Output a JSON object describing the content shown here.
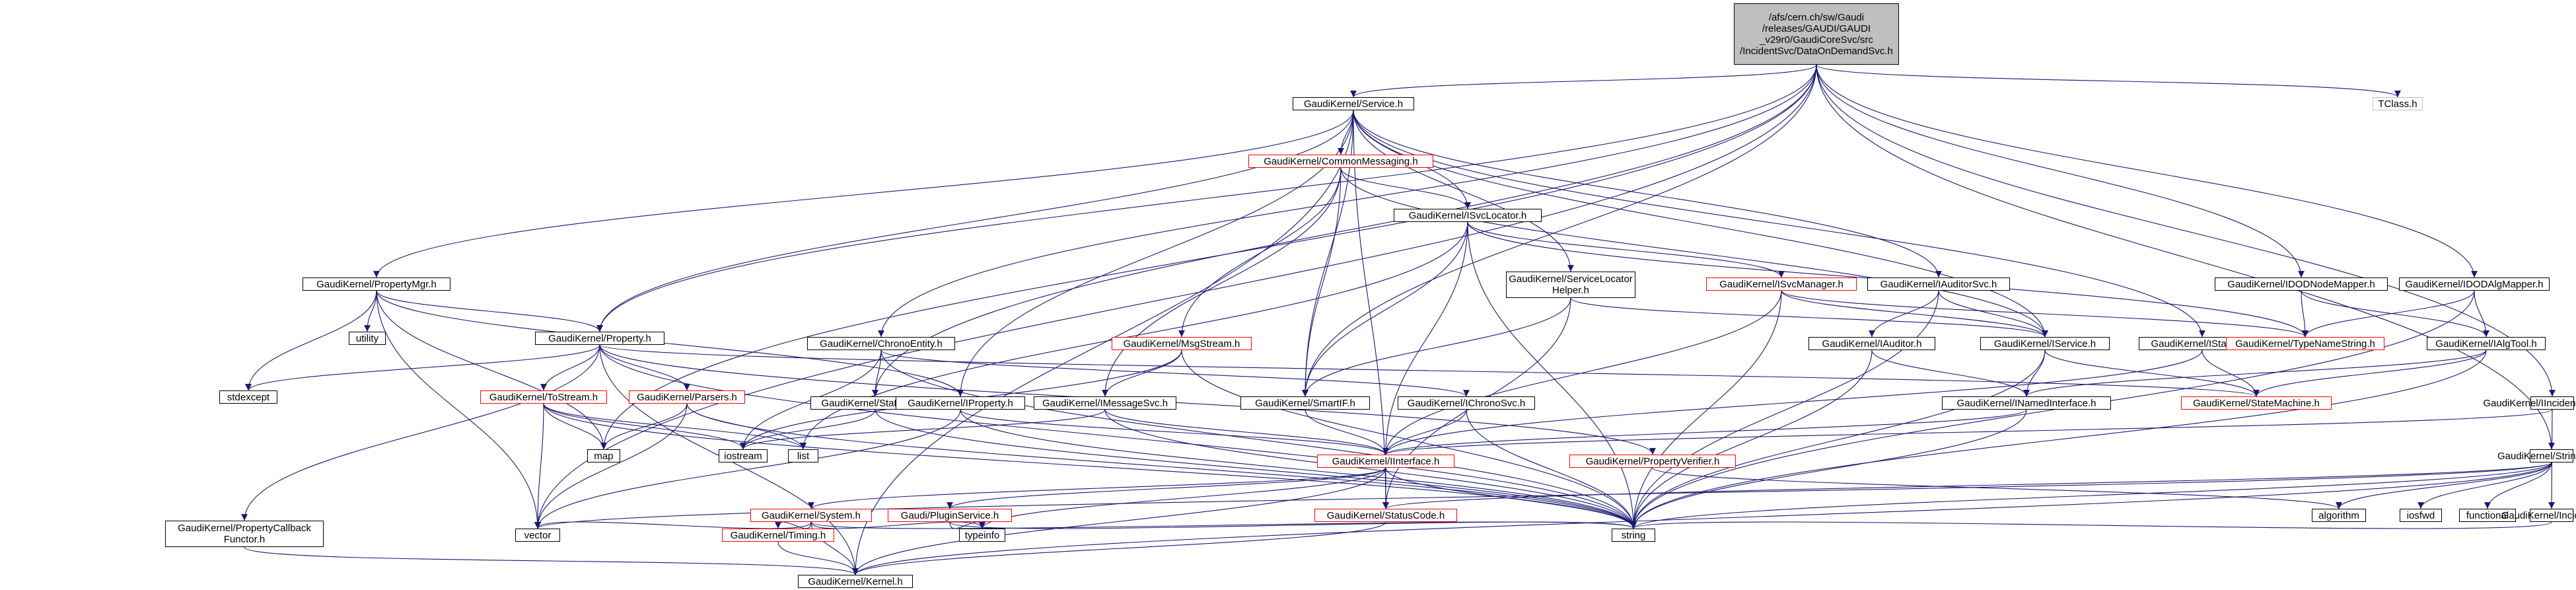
{
  "colors": {
    "edge": "#191970",
    "box_border": "#000000",
    "incomplete_border": "#ff0000",
    "root_fill": "#bfbfbf",
    "external_border": "#bfbfbf"
  },
  "nodes": [
    {
      "id": "root",
      "label": "/afs/cern.ch/sw/Gaudi\n/releases/GAUDI/GAUDI\n_v29r0/GaudiCoreSvc/src\n/IncidentSvc/DataOnDemandSvc.h",
      "style": "root"
    },
    {
      "id": "service",
      "label": "GaudiKernel/Service.h",
      "style": "black"
    },
    {
      "id": "tclass",
      "label": "TClass.h",
      "style": "gray"
    },
    {
      "id": "commonmsg",
      "label": "GaudiKernel/CommonMessaging.h",
      "style": "red"
    },
    {
      "id": "isvclocator",
      "label": "GaudiKernel/ISvcLocator.h",
      "style": "black"
    },
    {
      "id": "propmgr",
      "label": "GaudiKernel/PropertyMgr.h",
      "style": "black"
    },
    {
      "id": "svclochelper",
      "label": "GaudiKernel/ServiceLocator\nHelper.h",
      "style": "black"
    },
    {
      "id": "isvcmanager",
      "label": "GaudiKernel/ISvcManager.h",
      "style": "red"
    },
    {
      "id": "iauditorsvc",
      "label": "GaudiKernel/IAuditorSvc.h",
      "style": "black"
    },
    {
      "id": "iddnodemapper",
      "label": "GaudiKernel/IDODNodeMapper.h",
      "style": "black"
    },
    {
      "id": "idodalgmapper",
      "label": "GaudiKernel/IDODAlgMapper.h",
      "style": "black"
    },
    {
      "id": "utility",
      "label": "utility",
      "style": "black"
    },
    {
      "id": "property",
      "label": "GaudiKernel/Property.h",
      "style": "black"
    },
    {
      "id": "chronoentity",
      "label": "GaudiKernel/ChronoEntity.h",
      "style": "black"
    },
    {
      "id": "msgstream",
      "label": "GaudiKernel/MsgStream.h",
      "style": "red"
    },
    {
      "id": "iauditor",
      "label": "GaudiKernel/IAuditor.h",
      "style": "black"
    },
    {
      "id": "iservice",
      "label": "GaudiKernel/IService.h",
      "style": "black"
    },
    {
      "id": "istateful",
      "label": "GaudiKernel/IStateful.h",
      "style": "black"
    },
    {
      "id": "typenamestring",
      "label": "GaudiKernel/TypeNameString.h",
      "style": "red"
    },
    {
      "id": "ialgtool",
      "label": "GaudiKernel/IAlgTool.h",
      "style": "black"
    },
    {
      "id": "stdexcept",
      "label": "stdexcept",
      "style": "black"
    },
    {
      "id": "tostream",
      "label": "GaudiKernel/ToStream.h",
      "style": "red"
    },
    {
      "id": "parsers",
      "label": "GaudiKernel/Parsers.h",
      "style": "red"
    },
    {
      "id": "statentity",
      "label": "GaudiKernel/StatEntity.h",
      "style": "black"
    },
    {
      "id": "iproperty",
      "label": "GaudiKernel/IProperty.h",
      "style": "black"
    },
    {
      "id": "imessagesvc",
      "label": "GaudiKernel/IMessageSvc.h",
      "style": "black"
    },
    {
      "id": "smartif",
      "label": "GaudiKernel/SmartIF.h",
      "style": "black"
    },
    {
      "id": "ichronosvc",
      "label": "GaudiKernel/IChronoSvc.h",
      "style": "black"
    },
    {
      "id": "inamedinterface",
      "label": "GaudiKernel/INamedInterface.h",
      "style": "black"
    },
    {
      "id": "statemachine",
      "label": "GaudiKernel/StateMachine.h",
      "style": "red"
    },
    {
      "id": "iincidentlistener",
      "label": "GaudiKernel/IIncidentListener.h",
      "style": "black"
    },
    {
      "id": "map",
      "label": "map",
      "style": "black"
    },
    {
      "id": "iostream",
      "label": "iostream",
      "style": "black"
    },
    {
      "id": "list",
      "label": "list",
      "style": "black"
    },
    {
      "id": "iinterface",
      "label": "GaudiKernel/IInterface.h",
      "style": "red"
    },
    {
      "id": "propverifier",
      "label": "GaudiKernel/PropertyVerifier.h",
      "style": "red"
    },
    {
      "id": "stringkey",
      "label": "GaudiKernel/StringKey.h",
      "style": "black"
    },
    {
      "id": "algorithm",
      "label": "algorithm",
      "style": "black"
    },
    {
      "id": "iosfwd",
      "label": "iosfwd",
      "style": "black"
    },
    {
      "id": "functional",
      "label": "functional",
      "style": "black"
    },
    {
      "id": "system",
      "label": "GaudiKernel/System.h",
      "style": "red"
    },
    {
      "id": "gpluginservice",
      "label": "Gaudi/PluginService.h",
      "style": "red"
    },
    {
      "id": "statuscode",
      "label": "GaudiKernel/StatusCode.h",
      "style": "red"
    },
    {
      "id": "incident",
      "label": "GaudiKernel/Incident.h",
      "style": "black"
    },
    {
      "id": "vector",
      "label": "vector",
      "style": "black"
    },
    {
      "id": "typeinfo",
      "label": "typeinfo",
      "style": "black"
    },
    {
      "id": "string",
      "label": "string",
      "style": "black"
    },
    {
      "id": "propcallback",
      "label": "GaudiKernel/PropertyCallback\nFunctor.h",
      "style": "black"
    },
    {
      "id": "timing",
      "label": "GaudiKernel/Timing.h",
      "style": "red"
    },
    {
      "id": "kernel",
      "label": "GaudiKernel/Kernel.h",
      "style": "black"
    }
  ],
  "edges": [
    [
      "root",
      "service"
    ],
    [
      "root",
      "tclass"
    ],
    [
      "root",
      "iddnodemapper"
    ],
    [
      "root",
      "idodalgmapper"
    ],
    [
      "root",
      "iincidentlistener"
    ],
    [
      "root",
      "stringkey"
    ],
    [
      "root",
      "vector"
    ],
    [
      "root",
      "map"
    ],
    [
      "root",
      "property"
    ],
    [
      "root",
      "chronoentity"
    ],
    [
      "root",
      "statentity"
    ],
    [
      "root",
      "smartif"
    ],
    [
      "service",
      "commonmsg"
    ],
    [
      "service",
      "isvclocator"
    ],
    [
      "service",
      "propmgr"
    ],
    [
      "service",
      "svclochelper"
    ],
    [
      "service",
      "iauditorsvc"
    ],
    [
      "service",
      "iservice"
    ],
    [
      "service",
      "istateful"
    ],
    [
      "service",
      "property"
    ],
    [
      "service",
      "smartif"
    ],
    [
      "service",
      "iproperty"
    ],
    [
      "service",
      "kernel"
    ],
    [
      "service",
      "statuscode"
    ],
    [
      "commonmsg",
      "isvclocator"
    ],
    [
      "commonmsg",
      "msgstream"
    ],
    [
      "commonmsg",
      "imessagesvc"
    ],
    [
      "commonmsg",
      "smartif"
    ],
    [
      "commonmsg",
      "iservice"
    ],
    [
      "isvclocator",
      "isvcmanager"
    ],
    [
      "isvclocator",
      "typenamestring"
    ],
    [
      "isvclocator",
      "smartif"
    ],
    [
      "isvclocator",
      "iinterface"
    ],
    [
      "isvclocator",
      "string"
    ],
    [
      "isvclocator",
      "list"
    ],
    [
      "propmgr",
      "utility"
    ],
    [
      "propmgr",
      "stdexcept"
    ],
    [
      "propmgr",
      "property"
    ],
    [
      "propmgr",
      "iproperty"
    ],
    [
      "propmgr",
      "map"
    ],
    [
      "propmgr",
      "vector"
    ],
    [
      "svclochelper",
      "smartif"
    ],
    [
      "svclochelper",
      "iservice"
    ],
    [
      "svclochelper",
      "statuscode"
    ],
    [
      "isvcmanager",
      "iservice"
    ],
    [
      "isvcmanager",
      "typenamestring"
    ],
    [
      "isvcmanager",
      "string"
    ],
    [
      "isvcmanager",
      "iinterface"
    ],
    [
      "iauditorsvc",
      "iauditor"
    ],
    [
      "iauditorsvc",
      "iservice"
    ],
    [
      "iauditorsvc",
      "string"
    ],
    [
      "iddnodemapper",
      "typenamestring"
    ],
    [
      "iddnodemapper",
      "ialgtool"
    ],
    [
      "idodalgmapper",
      "typenamestring"
    ],
    [
      "idodalgmapper",
      "ialgtool"
    ],
    [
      "idodalgmapper",
      "string"
    ],
    [
      "property",
      "stdexcept"
    ],
    [
      "property",
      "tostream"
    ],
    [
      "property",
      "parsers"
    ],
    [
      "property",
      "propverifier"
    ],
    [
      "property",
      "kernel"
    ],
    [
      "property",
      "propcallback"
    ],
    [
      "property",
      "string"
    ],
    [
      "property",
      "statemachine"
    ],
    [
      "chronoentity",
      "statentity"
    ],
    [
      "chronoentity",
      "ichronosvc"
    ],
    [
      "chronoentity",
      "iostream"
    ],
    [
      "chronoentity",
      "string"
    ],
    [
      "msgstream",
      "imessagesvc"
    ],
    [
      "msgstream",
      "string"
    ],
    [
      "msgstream",
      "iostream"
    ],
    [
      "iauditor",
      "inamedinterface"
    ],
    [
      "iauditor",
      "string"
    ],
    [
      "iservice",
      "inamedinterface"
    ],
    [
      "iservice",
      "statemachine"
    ],
    [
      "iservice",
      "string"
    ],
    [
      "istateful",
      "iinterface"
    ],
    [
      "istateful",
      "statemachine"
    ],
    [
      "ialgtool",
      "inamedinterface"
    ],
    [
      "ialgtool",
      "statemachine"
    ],
    [
      "ialgtool",
      "string"
    ],
    [
      "tostream",
      "map"
    ],
    [
      "tostream",
      "iostream"
    ],
    [
      "tostream",
      "list"
    ],
    [
      "tostream",
      "vector"
    ],
    [
      "tostream",
      "string"
    ],
    [
      "parsers",
      "map"
    ],
    [
      "parsers",
      "list"
    ],
    [
      "parsers",
      "vector"
    ],
    [
      "parsers",
      "string"
    ],
    [
      "statentity",
      "iostream"
    ],
    [
      "statentity",
      "string"
    ],
    [
      "iproperty",
      "iinterface"
    ],
    [
      "iproperty",
      "string"
    ],
    [
      "iproperty",
      "vector"
    ],
    [
      "imessagesvc",
      "iinterface"
    ],
    [
      "imessagesvc",
      "string"
    ],
    [
      "imessagesvc",
      "iostream"
    ],
    [
      "smartif",
      "iinterface"
    ],
    [
      "ichronosvc",
      "iinterface"
    ],
    [
      "ichronosvc",
      "string"
    ],
    [
      "inamedinterface",
      "iinterface"
    ],
    [
      "inamedinterface",
      "string"
    ],
    [
      "iincidentlistener",
      "iinterface"
    ],
    [
      "iincidentlistener",
      "incident"
    ],
    [
      "iinterface",
      "system"
    ],
    [
      "iinterface",
      "gpluginservice"
    ],
    [
      "iinterface",
      "statuscode"
    ],
    [
      "iinterface",
      "typeinfo"
    ],
    [
      "iinterface",
      "kernel"
    ],
    [
      "iinterface",
      "string"
    ],
    [
      "propverifier",
      "algorithm"
    ],
    [
      "stringkey",
      "iosfwd"
    ],
    [
      "stringkey",
      "functional"
    ],
    [
      "stringkey",
      "algorithm"
    ],
    [
      "stringkey",
      "string"
    ],
    [
      "stringkey",
      "kernel"
    ],
    [
      "stringkey",
      "statuscode"
    ],
    [
      "stringkey",
      "vector"
    ],
    [
      "system",
      "timing"
    ],
    [
      "system",
      "kernel"
    ],
    [
      "system",
      "vector"
    ],
    [
      "system",
      "string"
    ],
    [
      "system",
      "typeinfo"
    ],
    [
      "gpluginservice",
      "string"
    ],
    [
      "gpluginservice",
      "typeinfo"
    ],
    [
      "statuscode",
      "kernel"
    ],
    [
      "incident",
      "string"
    ],
    [
      "timing",
      "kernel"
    ],
    [
      "propcallback",
      "kernel"
    ]
  ]
}
